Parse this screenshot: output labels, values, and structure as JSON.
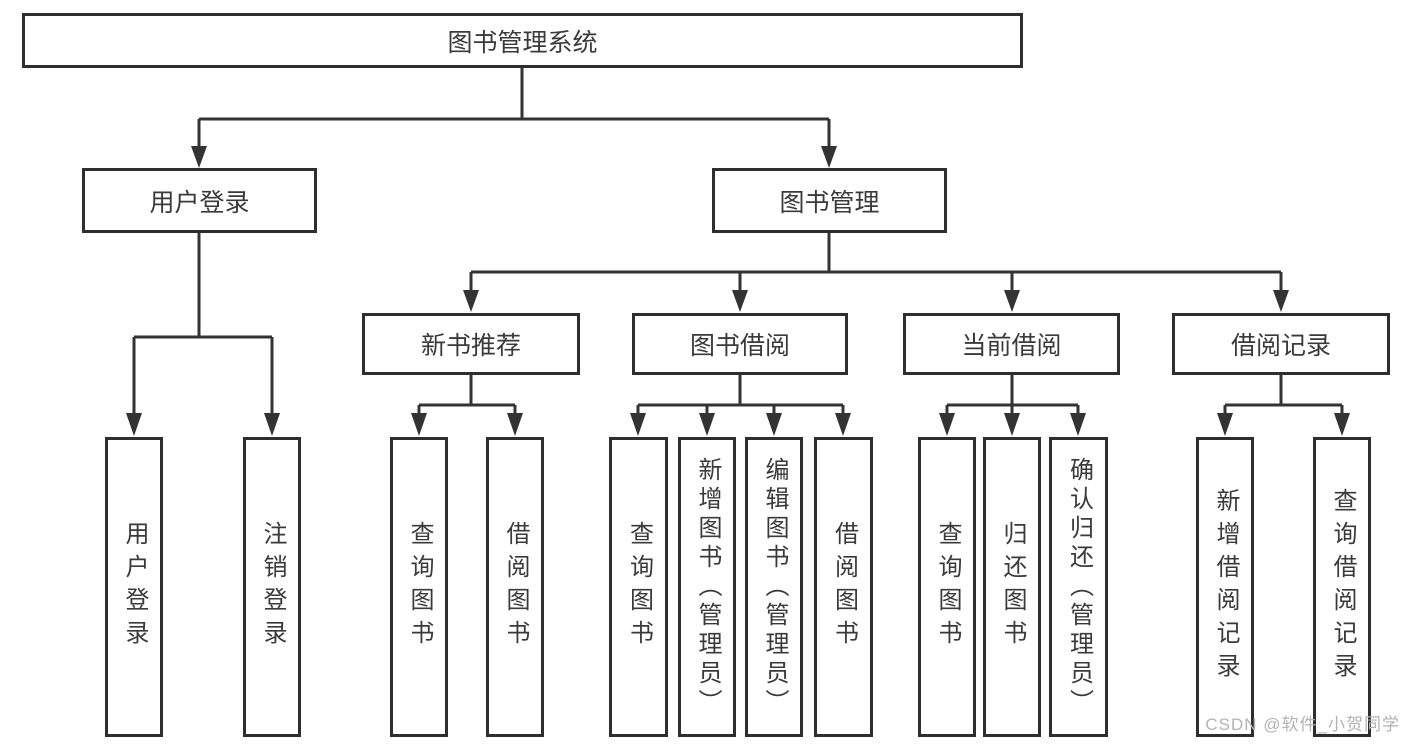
{
  "tree": {
    "label": "图书管理系统",
    "children": [
      {
        "label": "用户登录",
        "children": [
          {
            "label": "用户登录"
          },
          {
            "label": "注销登录"
          }
        ]
      },
      {
        "label": "图书管理",
        "children": [
          {
            "label": "新书推荐",
            "children": [
              {
                "label": "查询图书"
              },
              {
                "label": "借阅图书"
              }
            ]
          },
          {
            "label": "图书借阅",
            "children": [
              {
                "label": "查询图书"
              },
              {
                "label": "新增图书（管理员）"
              },
              {
                "label": "编辑图书（管理员）"
              },
              {
                "label": "借阅图书"
              }
            ]
          },
          {
            "label": "当前借阅",
            "children": [
              {
                "label": "查询图书"
              },
              {
                "label": "归还图书"
              },
              {
                "label": "确认归还（管理员）"
              }
            ]
          },
          {
            "label": "借阅记录",
            "children": [
              {
                "label": "新增借阅记录"
              },
              {
                "label": "查询借阅记录"
              }
            ]
          }
        ]
      }
    ]
  },
  "watermark": {
    "text": "CSDN @软件_小贺同学"
  },
  "style": {
    "background": "#ffffff",
    "line_color": "#333333",
    "border_color": "#2e2e2e",
    "text_color": "#3a3a3a",
    "watermark_color": "#b3b3b3"
  }
}
